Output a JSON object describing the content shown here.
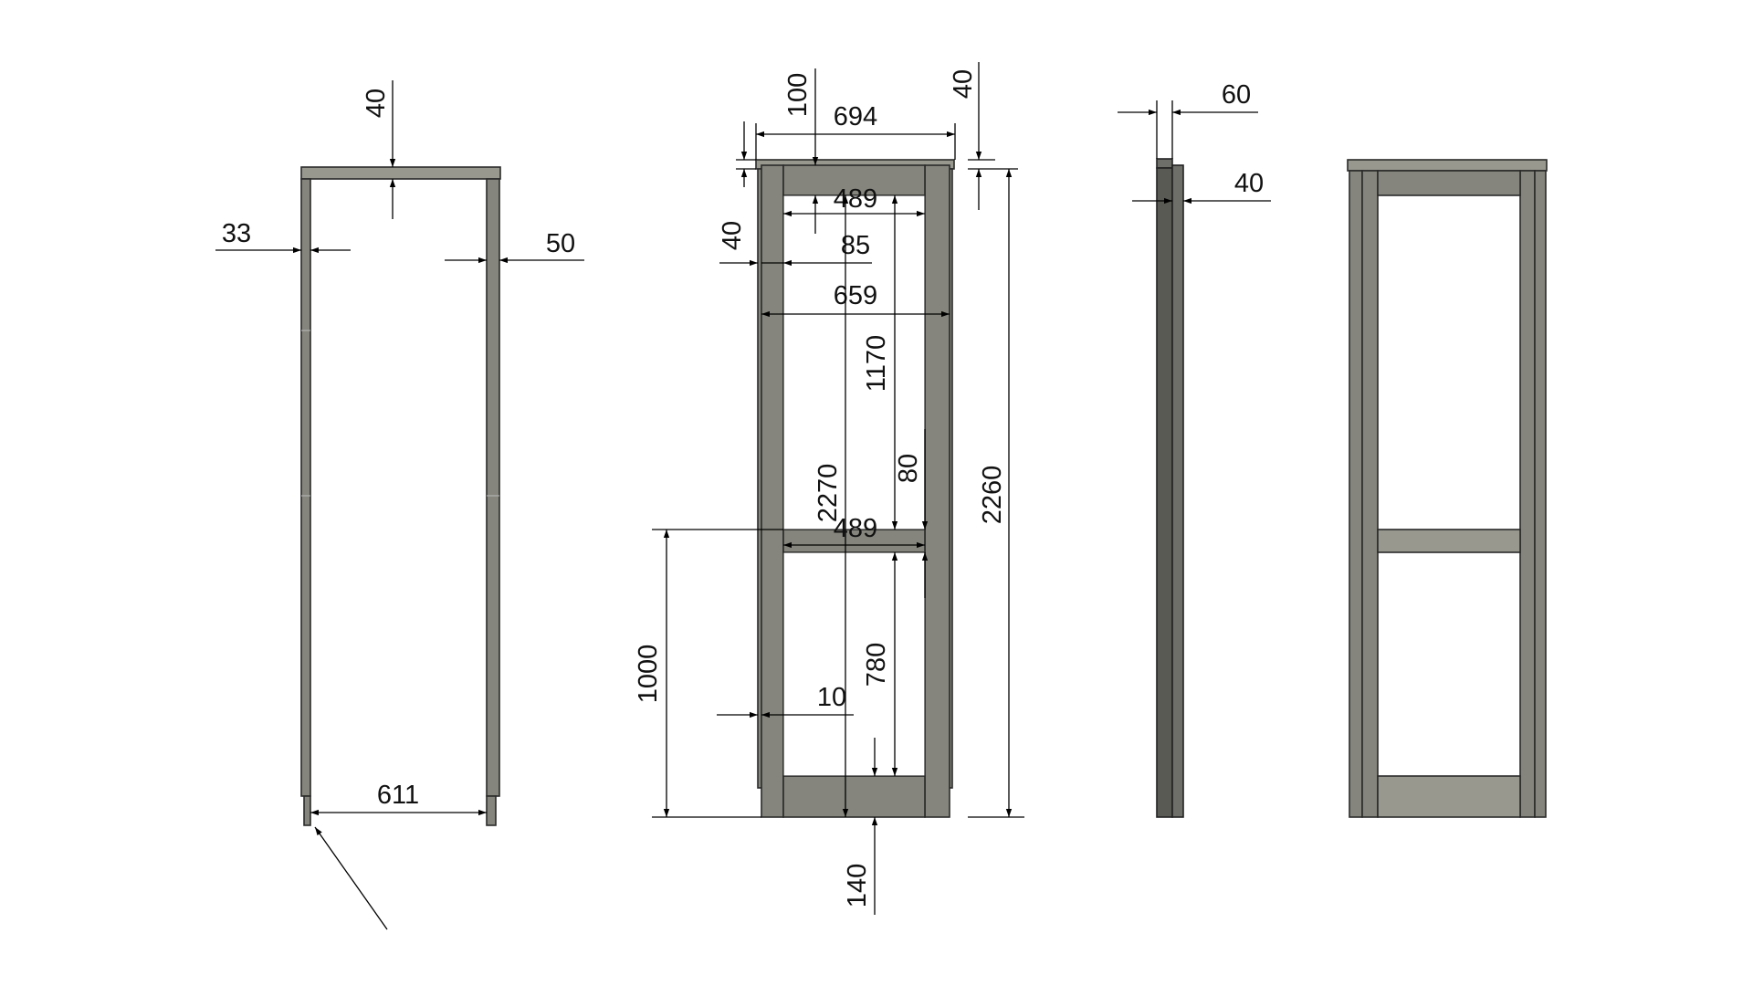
{
  "diagram": {
    "views": [
      "frame-plan-view",
      "front-elevation",
      "side-section",
      "rear-elevation"
    ],
    "dimensions": {
      "v1_top_thickness": "40",
      "v1_side_left": "33",
      "v1_side_right": "50",
      "v1_inner_width": "611",
      "v2_overall_width": "694",
      "v2_head_height": "100",
      "v2_top_offset": "40",
      "v2_left_offset": "40",
      "v2_inner_width_top": "489",
      "v2_stile_width": "85",
      "v2_width_659": "659",
      "v2_upper_height": "1170",
      "v2_total_height": "2270",
      "v2_mid_rail": "80",
      "v2_inner_width_mid": "489",
      "v2_overall_height": "2260",
      "v2_rail_height": "1000",
      "v2_lower_height": "780",
      "v2_gap": "10",
      "v2_bottom_rail": "140",
      "v3_depth": "60",
      "v3_offset": "40"
    },
    "colors": {
      "frame_fill": "#85857d",
      "frame_light": "#98988f",
      "frame_dark": "#5a5a55",
      "line": "#000000"
    }
  }
}
